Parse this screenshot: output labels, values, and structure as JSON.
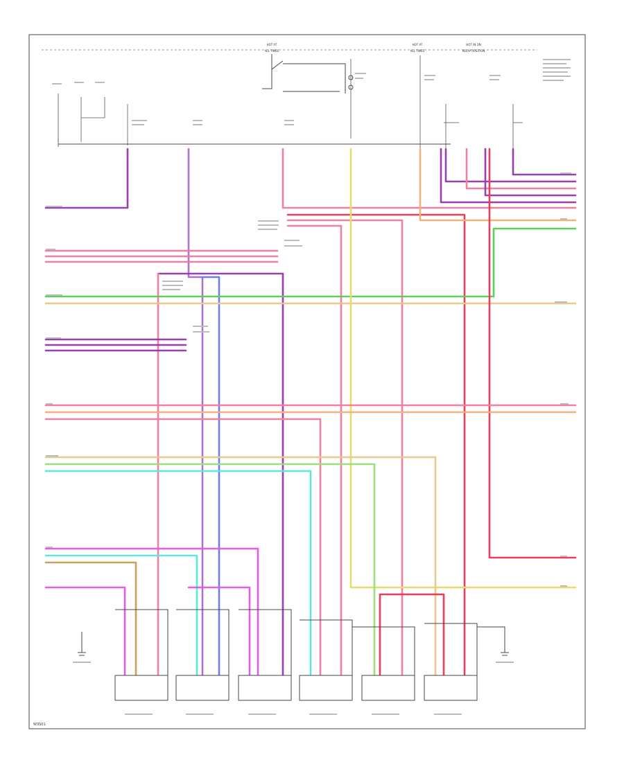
{
  "colors": {
    "pink": "#f07fa0",
    "red": "#ee3b5a",
    "purple": "#9a3fb0",
    "violet": "#b070d0",
    "blue": "#6a7ef0",
    "green": "#5ad05a",
    "lime": "#9be07a",
    "tan": "#e8c98f",
    "yellow": "#e8dc6a",
    "orange": "#f3b27a",
    "magenta": "#e85adf",
    "cyan": "#5ae8e0",
    "brown": "#c9a060"
  },
  "texts": {
    "top_1": "HOT AT",
    "top_1b": "ALL TIMES",
    "top_2": "HOT AT",
    "top_2b": "ALL TIMES",
    "top_3": "HOT IN ON",
    "top_3b": "RELAY POSITION",
    "side_note": "",
    "footer": "W3S01",
    "left_blocks": "",
    "comp_labels": "",
    "bottom_labels": ""
  }
}
